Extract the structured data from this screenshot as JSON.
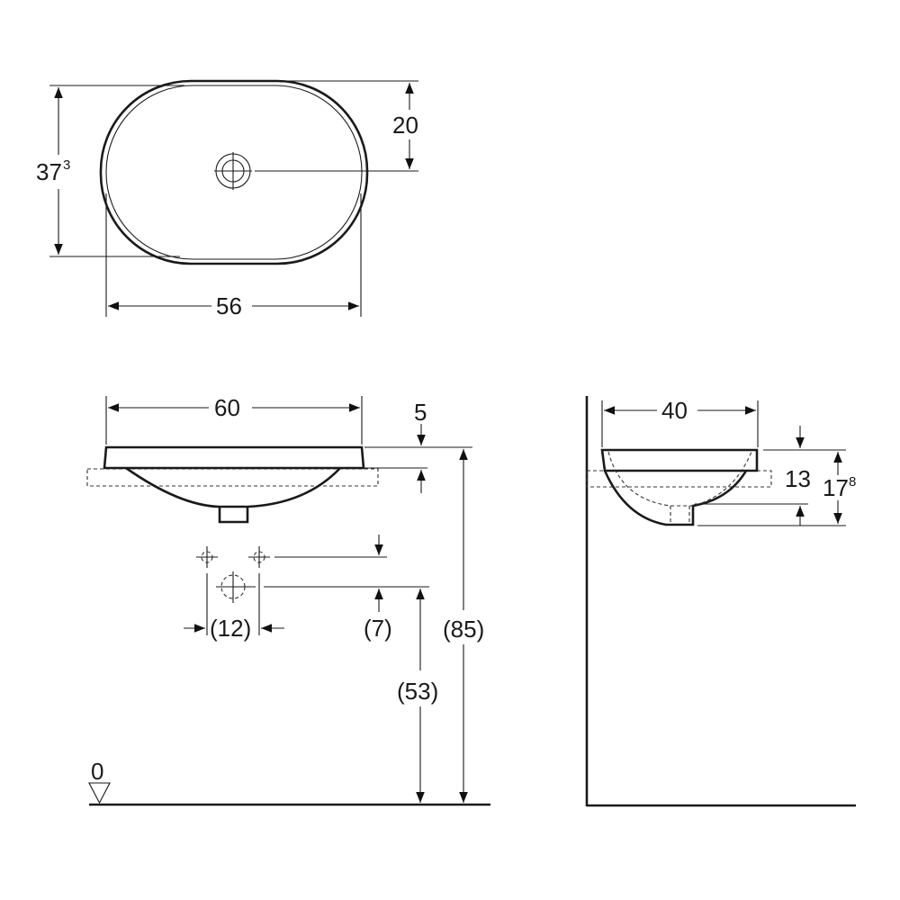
{
  "drawing": {
    "type": "washbasin technical drawing",
    "line_color": "#1a1a1a",
    "background": "#ffffff"
  },
  "top_view": {
    "depth_main": "37",
    "depth_sup": "3",
    "width": "56",
    "waste_offset": "20"
  },
  "front_view": {
    "overall_width": "60",
    "rim_thickness": "5",
    "tap_spacing": "(12)",
    "tap_offset": "(7)",
    "waste_height": "(53)",
    "rim_height": "(85)",
    "floor_level": "0"
  },
  "side_view": {
    "depth": "40",
    "bowl_depth": "13",
    "total_depth_main": "17",
    "total_depth_sup": "8"
  }
}
